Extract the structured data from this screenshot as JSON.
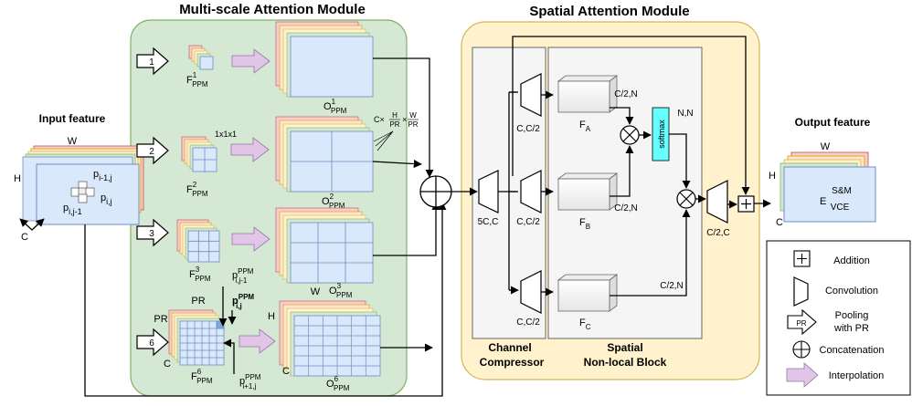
{
  "titles": {
    "msam": "Multi-scale Attention Module",
    "sam": "Spatial Attention Module",
    "input": "Input feature",
    "output": "Output feature"
  },
  "input_cube": {
    "w": "W",
    "h": "H",
    "c": "C",
    "p_top_main": "p",
    "p_top_sub": "i-1,j",
    "p_right_main": "p",
    "p_right_sub": "i,j",
    "p_left_main": "p",
    "p_left_sub": "i,j-1"
  },
  "output_cube": {
    "w": "W",
    "h": "H",
    "c": "C",
    "label_main": "E",
    "label_sup": "S&M",
    "label_sub": "VCE"
  },
  "scales": [
    {
      "num": "1",
      "f_sup": "1",
      "o_sup": "1"
    },
    {
      "num": "2",
      "f_sup": "2",
      "o_sup": "2"
    },
    {
      "num": "3",
      "f_sup": "3",
      "o_sup": "3"
    },
    {
      "num": "6",
      "f_sup": "6",
      "o_sup": "6"
    }
  ],
  "ppm": {
    "f_main": "F",
    "o_main": "O",
    "sub": "PPM",
    "dim_1x1": "1x1x1",
    "formula_pre": "C×",
    "formula_num1": "H",
    "formula_den1": "PR",
    "formula_x": "×",
    "formula_num2": "W",
    "formula_den2": "PR",
    "w_label": "W",
    "h_label": "H",
    "c_label": "C",
    "pr1": "PR",
    "pr2": "PR",
    "p1_main": "p",
    "p1_sup": "PPM",
    "p1_sub": "i,j-1",
    "p2_main": "p",
    "p2_sup": "PPM",
    "p2_sub": "i,j",
    "p3_main": "p",
    "p3_sup": "PPM",
    "p3_sub": "i+1,j"
  },
  "sam": {
    "conv_top": "C,C/2",
    "conv_mid": "C,C/2",
    "conv_bot": "C,C/2",
    "conv_main": "5C,C",
    "conv_final": "C/2,C",
    "fa_main": "F",
    "fa_sub": "A",
    "fb_main": "F",
    "fb_sub": "B",
    "fc_main": "F",
    "fc_sub": "C",
    "fa_dim": "C/2,N",
    "fb_dim": "C/2,N",
    "fc_dim": "C/2,N",
    "softmax": "softmax",
    "nn": "N,N",
    "cc_line1": "Channel",
    "cc_line2": "Compressor",
    "snl_line1": "Spatial",
    "snl_line2": "Non-local Block"
  },
  "legend": [
    {
      "icon": "plus-box-icon",
      "label": "Addition"
    },
    {
      "icon": "trapezoid-icon",
      "label": "Convolution"
    },
    {
      "icon": "pr-arrow-icon",
      "label_line1": "Pooling",
      "label_line2": "with PR",
      "inner": "PR"
    },
    {
      "icon": "circle-plus-icon",
      "label": "Concatenation"
    },
    {
      "icon": "purple-arrow-icon",
      "label": "Interpolation"
    }
  ],
  "colors": {
    "msam_bg": "#d5e8d4",
    "msam_border": "#82b366",
    "sam_bg": "#fff2cc",
    "sam_border": "#d6b656",
    "inner_box": "#f5f5f5",
    "cube_face": "#dae8fc",
    "cube_edge": "#6c8ebf",
    "softmax_bg": "#66ffff",
    "interp_arrow": "#e1c6e8",
    "layer_colors": [
      "#f8cecc",
      "#ffe6cc",
      "#fff2cc",
      "#d5e8d4",
      "#dae8fc"
    ]
  }
}
